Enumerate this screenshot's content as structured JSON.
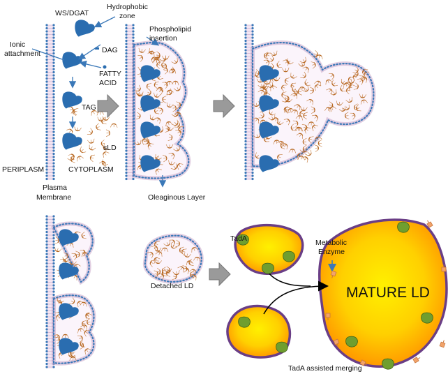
{
  "labels": {
    "ws_dgat": "WS/DGAT",
    "hydrophobic": "Hydrophobic",
    "zone": "zone",
    "ionic": "Ionic",
    "attachment": "attachment",
    "dag": "DAG",
    "fatty": "FATTY",
    "acid": "ACID",
    "tag": "TAG",
    "sld": "sLD",
    "periplasm": "PERIPLASM",
    "cytoplasm": "CYTOPLASM",
    "plasma": "Plasma",
    "membrane": "Membrane",
    "phospholipid": "Phospholipid",
    "insertion": "insertion",
    "oleaginous": "Oleaginous Layer",
    "detached": "Detached LD",
    "tada": "TadA",
    "metabolic": "Metabolic",
    "enzyme": "Enzyme",
    "mature": "MATURE LD",
    "merging": "TadA assisted merging"
  },
  "colors": {
    "membrane_blue": "#3a78b8",
    "enzyme_blue": "#2a6db0",
    "lipid_pink": "#c9a6c9",
    "tag_orange": "#b5651d",
    "arrow_gray": "#9a9a9a",
    "ld_outline": "#6a3e86",
    "ld_yellow": "#ffd300",
    "ld_orange": "#ffa500",
    "tada_green": "#6f9e2f",
    "enzyme_orange": "#f2a36a"
  }
}
